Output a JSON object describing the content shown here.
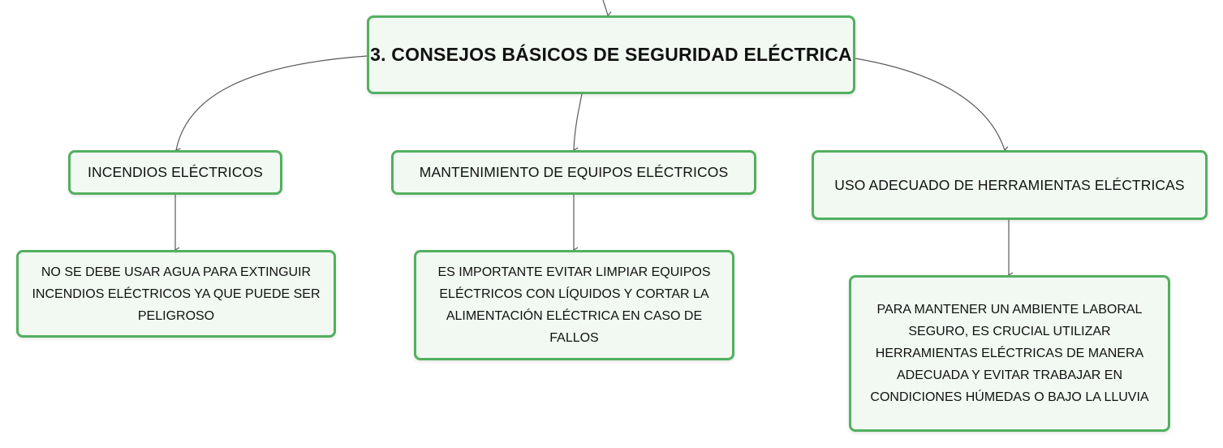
{
  "root": {
    "label": "3. CONSEJOS BÁSICOS DE SEGURIDAD ELÉCTRICA"
  },
  "categories": [
    {
      "label": "INCENDIOS ELÉCTRICOS",
      "detail": "NO SE DEBE USAR AGUA PARA EXTINGUIR INCENDIOS ELÉCTRICOS YA QUE PUEDE SER PELIGROSO"
    },
    {
      "label": "MANTENIMIENTO DE EQUIPOS ELÉCTRICOS",
      "detail": "ES IMPORTANTE EVITAR LIMPIAR EQUIPOS ELÉCTRICOS CON LÍQUIDOS Y CORTAR LA ALIMENTACIÓN ELÉCTRICA EN CASO DE FALLOS"
    },
    {
      "label": "USO ADECUADO DE HERRAMIENTAS ELÉCTRICAS",
      "detail": "PARA MANTENER UN AMBIENTE LABORAL SEGURO, ES CRUCIAL UTILIZAR HERRAMIENTAS ELÉCTRICAS DE MANERA ADECUADA Y EVITAR TRABAJAR EN CONDICIONES HÚMEDAS O BAJO LA LLUVIA"
    }
  ],
  "colors": {
    "node_border": "#52b05f",
    "node_fill": "#f1f9f2",
    "connector": "#5a5a5a"
  }
}
